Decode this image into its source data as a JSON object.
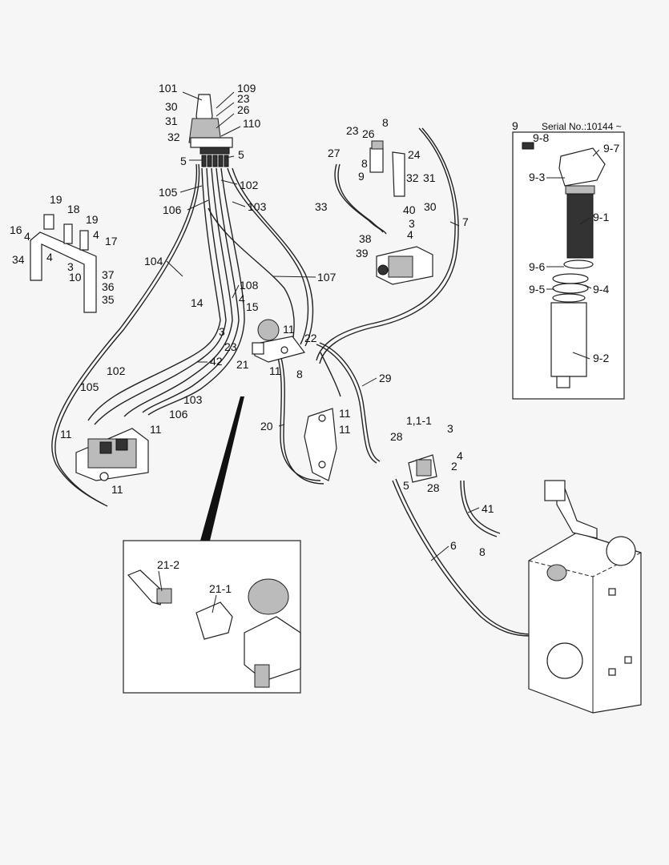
{
  "inset": {
    "group": "9",
    "serial": "Serial No.:10144 ~"
  },
  "labels": {
    "l101": "101",
    "l109": "109",
    "l23a": "23",
    "l26a": "26",
    "l30a": "30",
    "l31a": "31",
    "l32a": "32",
    "l110": "110",
    "l5a": "5",
    "l5b": "5",
    "l105a": "105",
    "l102a": "102",
    "l106a": "106",
    "l103a": "103",
    "l104": "104",
    "l107": "107",
    "l108": "108",
    "l14": "14",
    "l4a": "4",
    "l15": "15",
    "l3a": "3",
    "l23b": "23",
    "l11a": "11",
    "l22": "22",
    "l21": "21",
    "l11b": "11",
    "l8a": "8",
    "l42": "42",
    "l102b": "102",
    "l105b": "105",
    "l103b": "103",
    "l106b": "106",
    "l11c": "11",
    "l11d": "11",
    "l11e": "11",
    "l29": "29",
    "l20": "20",
    "l11f": "11",
    "l11g": "11",
    "l19a": "19",
    "l18": "18",
    "l19b": "19",
    "l16": "16",
    "l4b": "4",
    "l4c": "4",
    "l17": "17",
    "l34": "34",
    "l4d": "4",
    "l3b": "3",
    "l10": "10",
    "l37": "37",
    "l36": "36",
    "l35": "35",
    "l23c": "23",
    "l26b": "26",
    "l8b": "8",
    "l27": "27",
    "l8c": "8",
    "l9": "9",
    "l24": "24",
    "l32b": "32",
    "l31b": "31",
    "l30b": "30",
    "l33": "33",
    "l40": "40",
    "l3c": "3",
    "l38": "38",
    "l4e": "4",
    "l39": "39",
    "l7": "7",
    "l9_8": "9-8",
    "l9_7": "9-7",
    "l9_3": "9-3",
    "l9_1": "9-1",
    "l9_6": "9-6",
    "l9_5": "9-5",
    "l9_4": "9-4",
    "l9_2": "9-2",
    "l1_1_1": "1,1-1",
    "l3d": "3",
    "l28a": "28",
    "l4f": "4",
    "l2": "2",
    "l5c": "5",
    "l28b": "28",
    "l41": "41",
    "l8d": "8",
    "l6": "6",
    "l21_2": "21-2",
    "l21_1": "21-1"
  }
}
